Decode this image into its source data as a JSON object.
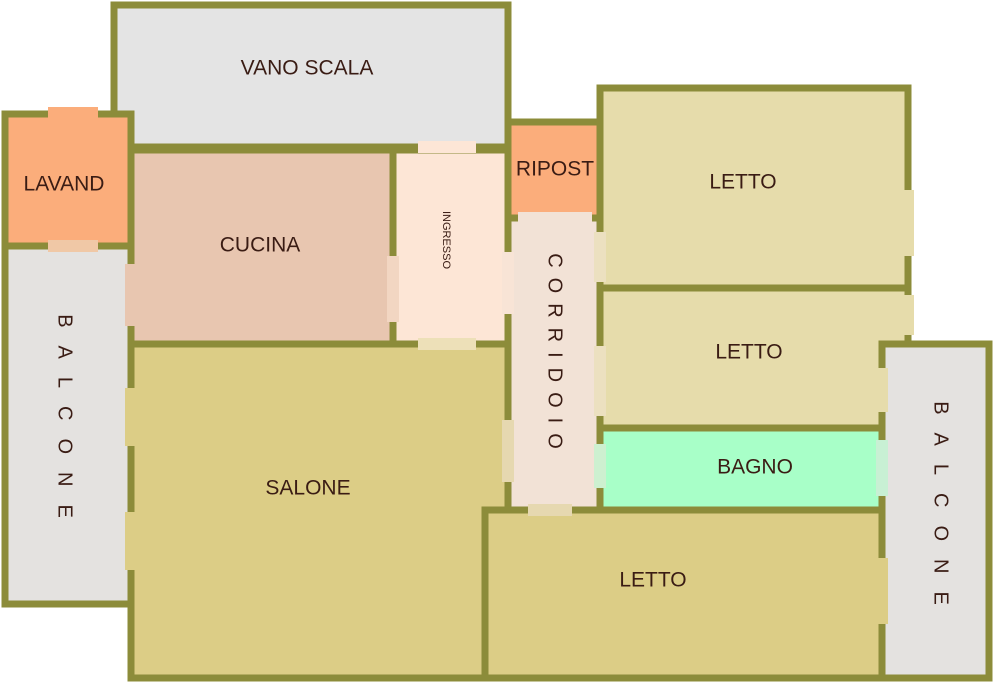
{
  "floor_plan": {
    "rooms": {
      "vano_scala": {
        "label": "VANO SCALA",
        "color": "#e4e4e4"
      },
      "lavand": {
        "label": "LAVAND",
        "color": "#fbad7b"
      },
      "cucina": {
        "label": "CUCINA",
        "color": "#e8c6b0"
      },
      "ingresso": {
        "label": "INGRESSO",
        "color": "#fde6d6"
      },
      "ripost": {
        "label": "RIPOST",
        "color": "#fbad7b"
      },
      "corridoio": {
        "label": "CORRIDOIO",
        "color": "#f2e2d6"
      },
      "letto_1": {
        "label": "LETTO",
        "color": "#e6dcab"
      },
      "letto_2": {
        "label": "LETTO",
        "color": "#e6dcab"
      },
      "bagno": {
        "label": "BAGNO",
        "color": "#a8ffc8"
      },
      "balcone_left": {
        "label": "BALCONE",
        "color": "#e4e2e0"
      },
      "balcone_right": {
        "label": "BALCONE",
        "color": "#e4e2e0"
      },
      "salone": {
        "label": "SALONE",
        "color": "#dccd86"
      },
      "letto_3": {
        "label": "LETTO",
        "color": "#dccd86"
      }
    },
    "wall_color": "#8c8c3a"
  }
}
